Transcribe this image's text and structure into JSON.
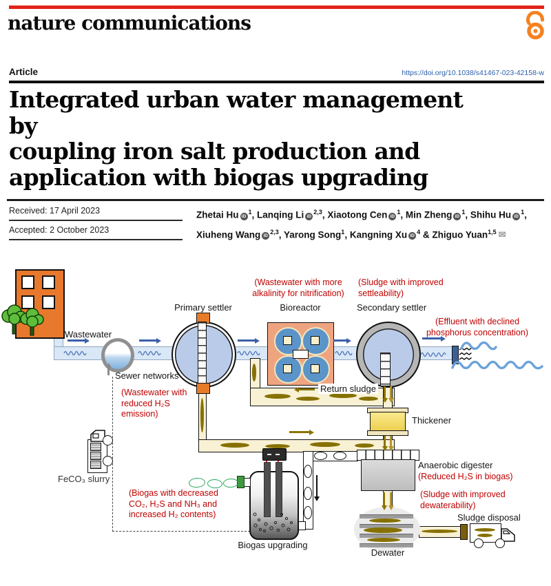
{
  "header": {
    "brand": "nature communications",
    "bar_color": "#e2231a",
    "open_access_color": "#f58220",
    "article_label": "Article",
    "doi": "https://doi.org/10.1038/s41467-023-42158-w"
  },
  "title": {
    "lines": [
      "Integrated urban water management by",
      "coupling iron salt production and",
      "application with biogas upgrading"
    ]
  },
  "dates": {
    "received": "Received: 17 April 2023",
    "accepted": "Accepted: 2 October 2023"
  },
  "authors": {
    "orcid_text": "iD",
    "mail_icon": "✉",
    "line1": [
      {
        "t": "Zhetai Hu",
        "o": true,
        "s": "1",
        "after": ", "
      },
      {
        "t": "Lanqing Li",
        "o": true,
        "s": "2,3",
        "after": ", "
      },
      {
        "t": "Xiaotong Cen",
        "o": true,
        "s": "1",
        "after": ", "
      },
      {
        "t": "Min Zheng",
        "o": true,
        "s": "1",
        "after": ", "
      },
      {
        "t": "Shihu Hu",
        "o": true,
        "s": "1",
        "after": ","
      }
    ],
    "line2": [
      {
        "t": "Xiuheng Wang",
        "o": true,
        "s": "2,3",
        "after": ", "
      },
      {
        "t": "Yarong Song",
        "s": "1",
        "after": ", "
      },
      {
        "t": "Kangning Xu",
        "o": true,
        "s": "4",
        "after": " & "
      },
      {
        "t": "Zhiguo Yuan",
        "s": "1,5",
        "mail": true
      }
    ]
  },
  "diagram": {
    "labels": {
      "wastewater": "Wastewater",
      "sewer": "Sewer networks",
      "primary_settler": "Primary settler",
      "bioreactor": "Bioreactor",
      "secondary_settler": "Secondary settler",
      "return_sludge": "Return sludge",
      "thickener": "Thickener",
      "digester": "Anaerobic digester",
      "biogas_upgrading": "Biogas upgrading",
      "dewater": "Dewater",
      "sludge_disposal": "Sludge disposal",
      "feco3": "FeCO₃ slurry"
    },
    "annotations": {
      "alkalinity": "(Wastewater with more\nalkalinity for nitrification)",
      "settleability": "(Sludge with improved\nsettleability)",
      "effluent": "(Effluent with declined\nphosphorus concentration)",
      "h2s_emission": "(Wastewater with\nreduced H₂S\nemission)",
      "reduced_h2s": "(Reduced H₂S in biogas)",
      "dewaterability": "(Sludge with improved\ndewaterability)",
      "biogas_contents": "(Biogas with decreased\nCO₂, H₂S and NH₃ and\nincreased H₂ contents)"
    },
    "colors": {
      "annotation_red": "#c00000",
      "pipe_blue": "#d9e7f6",
      "arrow_blue": "#3b5fa9",
      "wave_blue": "#6ba3d9",
      "sludge_channel": "#f8f1d4",
      "sludge_olive": "#867100",
      "orange": "#e87b28",
      "bioreactor_salmon": "#efa480",
      "settler_blue": "#bacbe9",
      "ring_gray": "#b6b6b6",
      "thickener_yellow": "#f3d75e",
      "digester_gray": "#cccccc",
      "gas_green": "#2aa65c"
    }
  }
}
